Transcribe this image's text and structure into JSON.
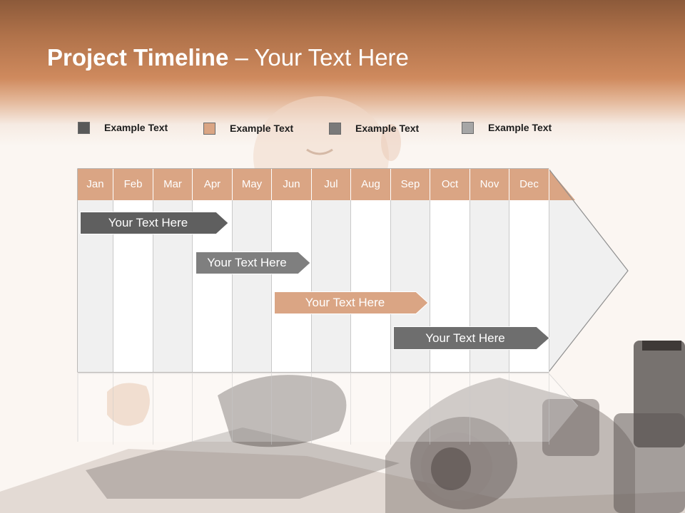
{
  "title": {
    "bold": "Project Timeline",
    "rest": " – Your Text Here"
  },
  "legend": [
    {
      "label": "Example Text",
      "color": "#595959"
    },
    {
      "label": "Example Text",
      "color": "#daa584"
    },
    {
      "label": "Example Text",
      "color": "#7a7a7a"
    },
    {
      "label": "Example Text",
      "color": "#a6a6a6"
    }
  ],
  "months": [
    "Jan",
    "Feb",
    "Mar",
    "Apr",
    "May",
    "Jun",
    "Jul",
    "Aug",
    "Sep",
    "Oct",
    "Nov",
    "Dec"
  ],
  "tasks": [
    {
      "label": "Your  Text Here",
      "color": "#5f5f5f"
    },
    {
      "label": "Your  Text Here",
      "color": "#7f7f7f"
    },
    {
      "label": "Your  Text Here",
      "color": "#daa584"
    },
    {
      "label": "Your  Text Here",
      "color": "#6e6e6e"
    }
  ],
  "colors": {
    "header_brown": "#b0724a",
    "month_header": "#daa584",
    "grid_shade": "#f0f0f0"
  }
}
